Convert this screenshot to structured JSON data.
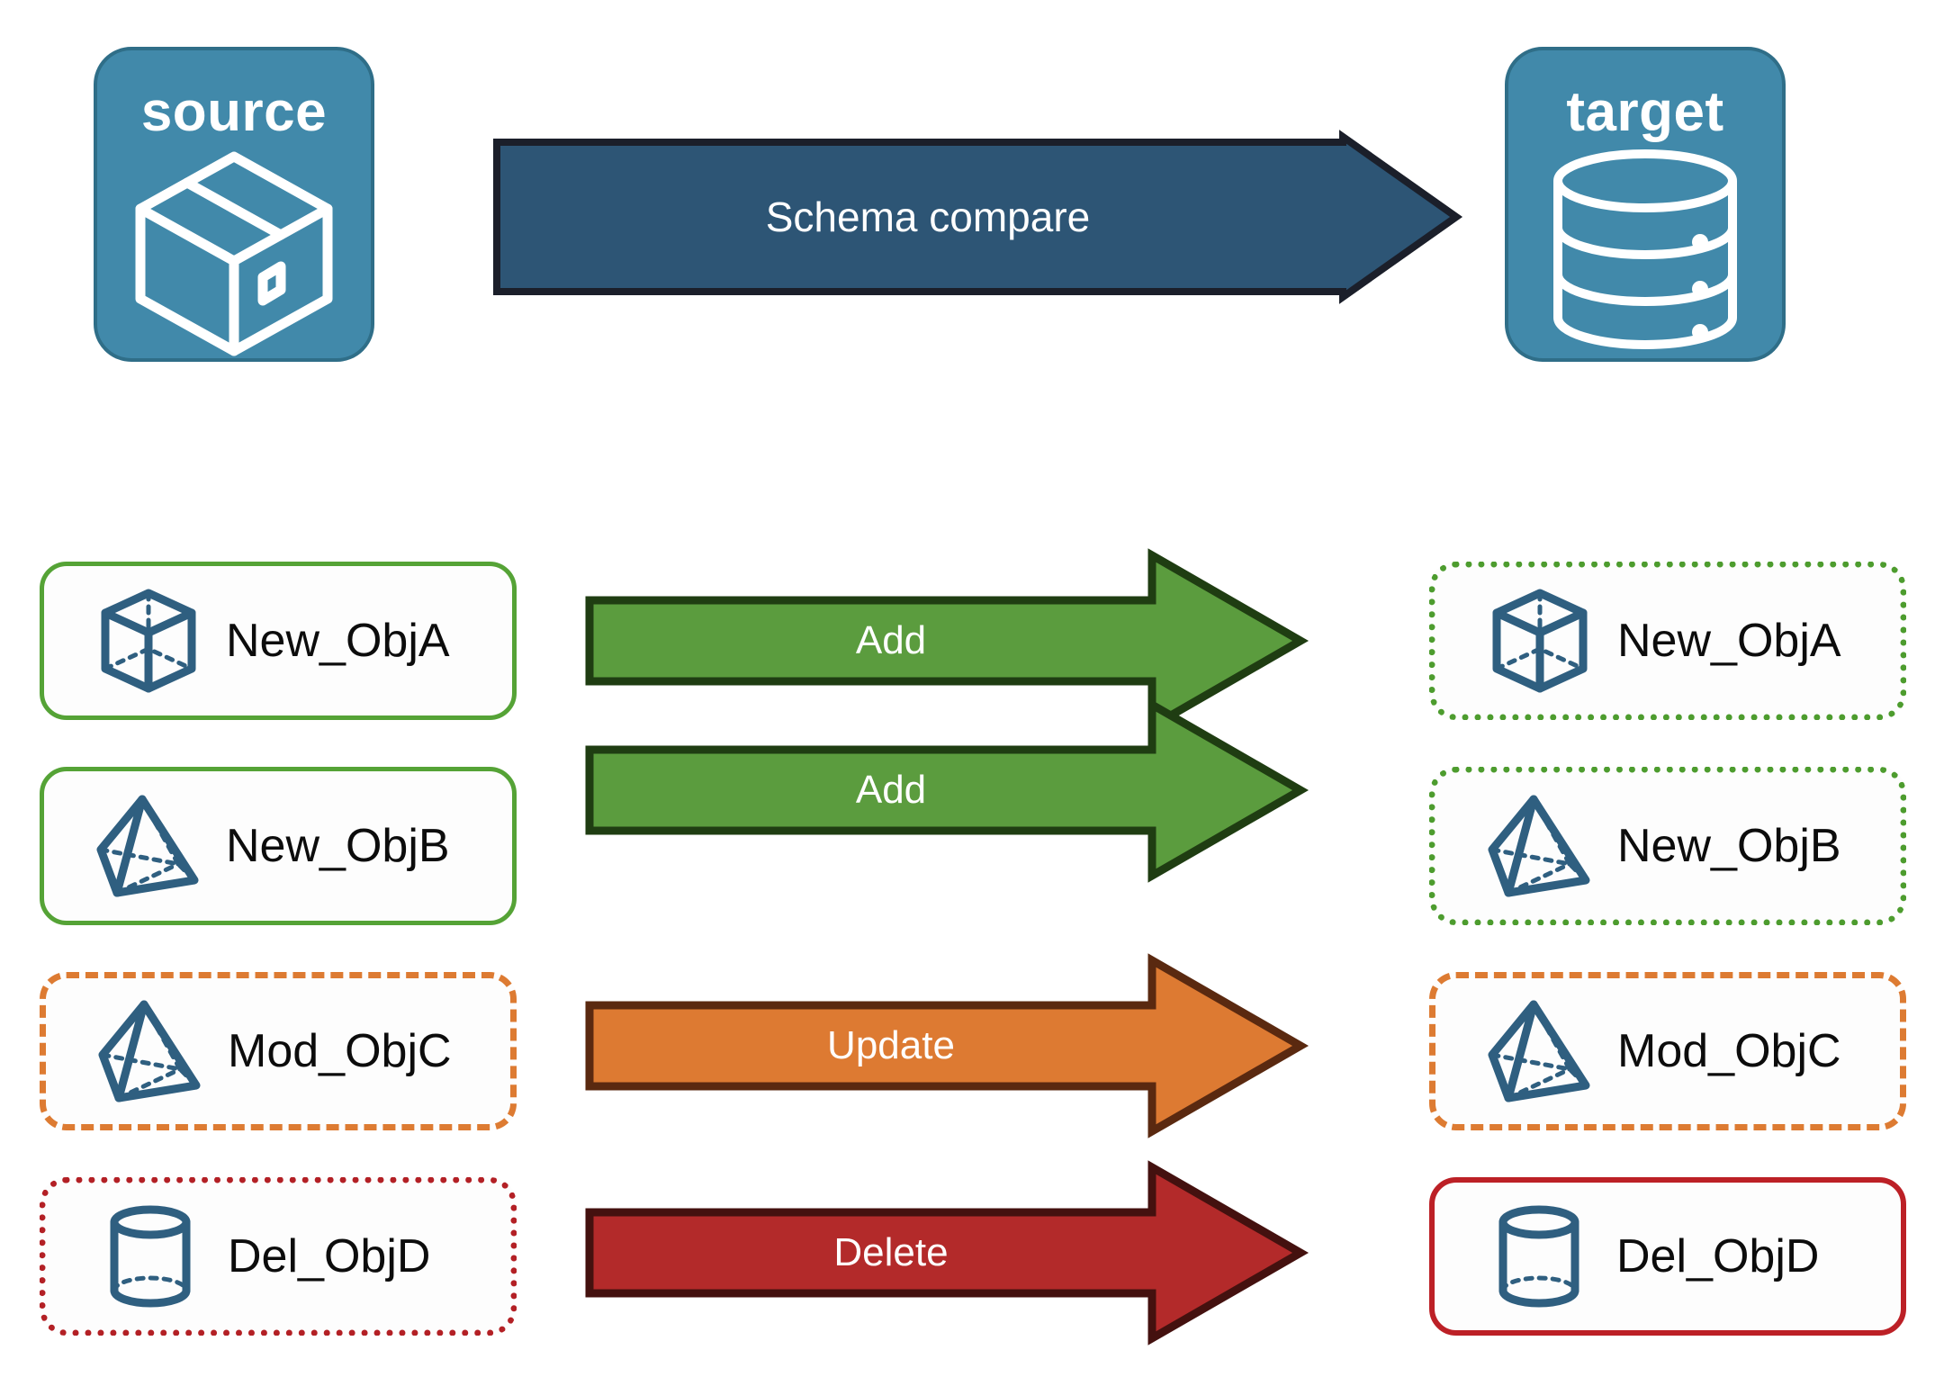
{
  "diagram": {
    "title": "Schema compare",
    "endpoints": [
      {
        "name": "source",
        "label": "source",
        "icon": "package-box-icon"
      },
      {
        "name": "target",
        "label": "target",
        "icon": "database-cylinder-icon"
      }
    ],
    "main_arrow": {
      "label": "Schema compare",
      "fill": "#2d5575",
      "stroke": "#1b1f2a"
    },
    "rows": [
      {
        "action": "Add",
        "arrow_fill": "#5b9c3e",
        "arrow_stroke": "#1f3d12",
        "source": {
          "label": "New_ObjA",
          "icon": "wireframe-cube-icon",
          "border_style": "solid",
          "border_color": "#55a336"
        },
        "target": {
          "label": "New_ObjA",
          "icon": "wireframe-cube-icon",
          "border_style": "dotted",
          "border_color": "#4d9c2e"
        }
      },
      {
        "action": "Add",
        "arrow_fill": "#5b9c3e",
        "arrow_stroke": "#1f3d12",
        "source": {
          "label": "New_ObjB",
          "icon": "wireframe-pyramid-icon",
          "border_style": "solid",
          "border_color": "#55a336"
        },
        "target": {
          "label": "New_ObjB",
          "icon": "wireframe-pyramid-icon",
          "border_style": "dotted",
          "border_color": "#4d9c2e"
        }
      },
      {
        "action": "Update",
        "arrow_fill": "#dd7a32",
        "arrow_stroke": "#5a2910",
        "source": {
          "label": "Mod_ObjC",
          "icon": "wireframe-pyramid-icon",
          "border_style": "dashed",
          "border_color": "#dd7b32"
        },
        "target": {
          "label": "Mod_ObjC",
          "icon": "wireframe-pyramid-icon",
          "border_style": "dashed",
          "border_color": "#dd7b32"
        }
      },
      {
        "action": "Delete",
        "arrow_fill": "#b32a2a",
        "arrow_stroke": "#44110f",
        "source": {
          "label": "Del_ObjD",
          "icon": "wireframe-cylinder-icon",
          "border_style": "dotted",
          "border_color": "#b32025"
        },
        "target": {
          "label": "Del_ObjD",
          "icon": "wireframe-cylinder-icon",
          "border_style": "solid",
          "border_color": "#bc2026"
        }
      }
    ],
    "colors": {
      "endpoint_fill": "#4189aa",
      "endpoint_stroke": "#2f6e88",
      "icon_blue": "#2f5f80",
      "background": "#ffffff"
    }
  }
}
